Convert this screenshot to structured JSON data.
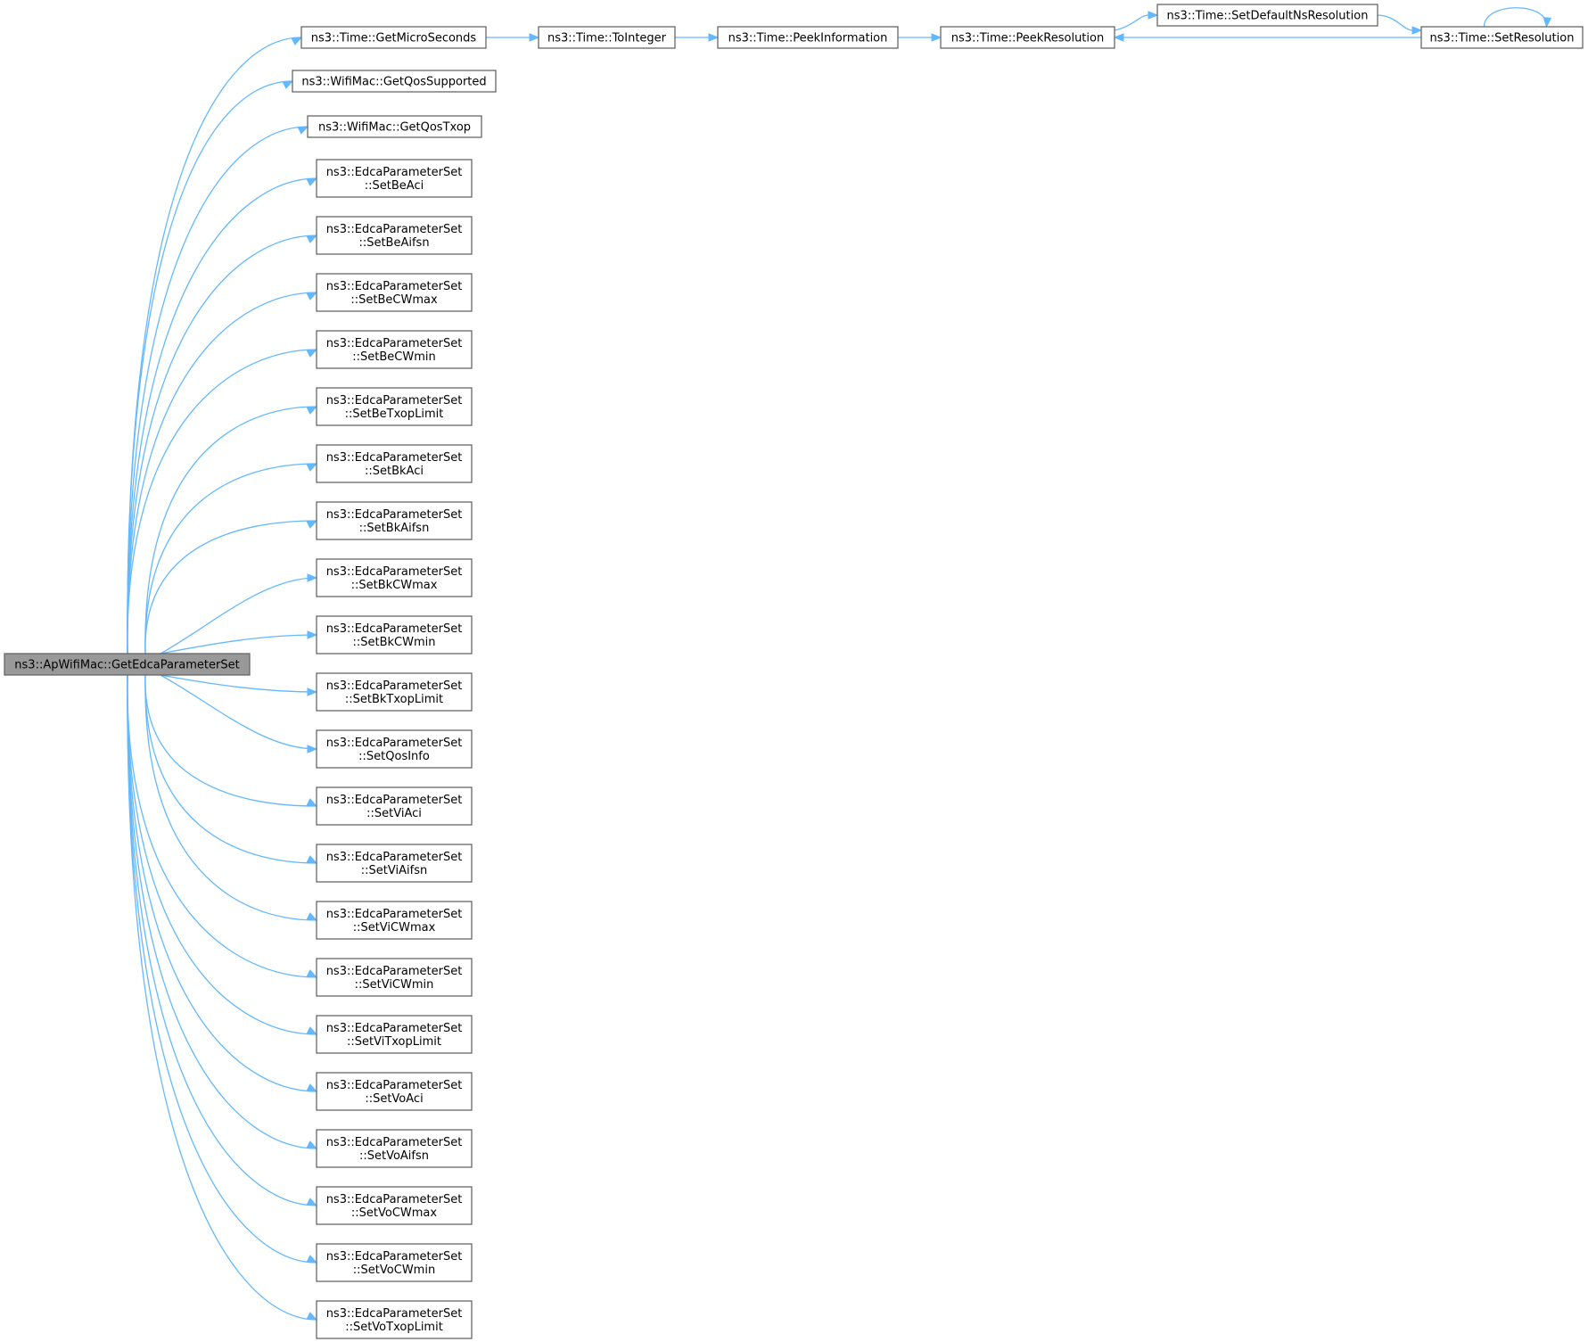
{
  "nodes": [
    {
      "id": "root",
      "lines": [
        "ns3::ApWifiMac::GetEdcaParameterSet"
      ],
      "root": true
    },
    {
      "id": "getMicro",
      "lines": [
        "ns3::Time::GetMicroSeconds"
      ]
    },
    {
      "id": "qosSup",
      "lines": [
        "ns3::WifiMac::GetQosSupported"
      ]
    },
    {
      "id": "qosTxop",
      "lines": [
        "ns3::WifiMac::GetQosTxop"
      ]
    },
    {
      "id": "beAci",
      "lines": [
        "ns3::EdcaParameterSet",
        "::SetBeAci"
      ]
    },
    {
      "id": "beAifsn",
      "lines": [
        "ns3::EdcaParameterSet",
        "::SetBeAifsn"
      ]
    },
    {
      "id": "beCWmax",
      "lines": [
        "ns3::EdcaParameterSet",
        "::SetBeCWmax"
      ]
    },
    {
      "id": "beCWmin",
      "lines": [
        "ns3::EdcaParameterSet",
        "::SetBeCWmin"
      ]
    },
    {
      "id": "beTxop",
      "lines": [
        "ns3::EdcaParameterSet",
        "::SetBeTxopLimit"
      ]
    },
    {
      "id": "bkAci",
      "lines": [
        "ns3::EdcaParameterSet",
        "::SetBkAci"
      ]
    },
    {
      "id": "bkAifsn",
      "lines": [
        "ns3::EdcaParameterSet",
        "::SetBkAifsn"
      ]
    },
    {
      "id": "bkCWmax",
      "lines": [
        "ns3::EdcaParameterSet",
        "::SetBkCWmax"
      ]
    },
    {
      "id": "bkCWmin",
      "lines": [
        "ns3::EdcaParameterSet",
        "::SetBkCWmin"
      ]
    },
    {
      "id": "bkTxop",
      "lines": [
        "ns3::EdcaParameterSet",
        "::SetBkTxopLimit"
      ]
    },
    {
      "id": "qosInfo",
      "lines": [
        "ns3::EdcaParameterSet",
        "::SetQosInfo"
      ]
    },
    {
      "id": "viAci",
      "lines": [
        "ns3::EdcaParameterSet",
        "::SetViAci"
      ]
    },
    {
      "id": "viAifsn",
      "lines": [
        "ns3::EdcaParameterSet",
        "::SetViAifsn"
      ]
    },
    {
      "id": "viCWmax",
      "lines": [
        "ns3::EdcaParameterSet",
        "::SetViCWmax"
      ]
    },
    {
      "id": "viCWmin",
      "lines": [
        "ns3::EdcaParameterSet",
        "::SetViCWmin"
      ]
    },
    {
      "id": "viTxop",
      "lines": [
        "ns3::EdcaParameterSet",
        "::SetViTxopLimit"
      ]
    },
    {
      "id": "voAci",
      "lines": [
        "ns3::EdcaParameterSet",
        "::SetVoAci"
      ]
    },
    {
      "id": "voAifsn",
      "lines": [
        "ns3::EdcaParameterSet",
        "::SetVoAifsn"
      ]
    },
    {
      "id": "voCWmax",
      "lines": [
        "ns3::EdcaParameterSet",
        "::SetVoCWmax"
      ]
    },
    {
      "id": "voCWmin",
      "lines": [
        "ns3::EdcaParameterSet",
        "::SetVoCWmin"
      ]
    },
    {
      "id": "voTxop",
      "lines": [
        "ns3::EdcaParameterSet",
        "::SetVoTxopLimit"
      ]
    },
    {
      "id": "toInt",
      "lines": [
        "ns3::Time::ToInteger"
      ]
    },
    {
      "id": "peekInfo",
      "lines": [
        "ns3::Time::PeekInformation"
      ]
    },
    {
      "id": "peekRes",
      "lines": [
        "ns3::Time::PeekResolution"
      ]
    },
    {
      "id": "setDefNs",
      "lines": [
        "ns3::Time::SetDefaultNsResolution"
      ]
    },
    {
      "id": "setRes",
      "lines": [
        "ns3::Time::SetResolution"
      ]
    }
  ],
  "edges": [
    [
      "root",
      "getMicro"
    ],
    [
      "root",
      "qosSup"
    ],
    [
      "root",
      "qosTxop"
    ],
    [
      "root",
      "beAci"
    ],
    [
      "root",
      "beAifsn"
    ],
    [
      "root",
      "beCWmax"
    ],
    [
      "root",
      "beCWmin"
    ],
    [
      "root",
      "beTxop"
    ],
    [
      "root",
      "bkAci"
    ],
    [
      "root",
      "bkAifsn"
    ],
    [
      "root",
      "bkCWmax"
    ],
    [
      "root",
      "bkCWmin"
    ],
    [
      "root",
      "bkTxop"
    ],
    [
      "root",
      "qosInfo"
    ],
    [
      "root",
      "viAci"
    ],
    [
      "root",
      "viAifsn"
    ],
    [
      "root",
      "viCWmax"
    ],
    [
      "root",
      "viCWmin"
    ],
    [
      "root",
      "viTxop"
    ],
    [
      "root",
      "voAci"
    ],
    [
      "root",
      "voAifsn"
    ],
    [
      "root",
      "voCWmax"
    ],
    [
      "root",
      "voCWmin"
    ],
    [
      "root",
      "voTxop"
    ],
    [
      "getMicro",
      "toInt"
    ],
    [
      "toInt",
      "peekInfo"
    ],
    [
      "peekInfo",
      "peekRes"
    ],
    [
      "peekRes",
      "setDefNs"
    ],
    [
      "setDefNs",
      "setRes"
    ],
    [
      "setRes",
      "peekRes"
    ],
    [
      "setRes",
      "setRes"
    ]
  ],
  "colors": {
    "edge": "#63b8ff",
    "root_fill": "#999999",
    "node_border": "#666666"
  }
}
